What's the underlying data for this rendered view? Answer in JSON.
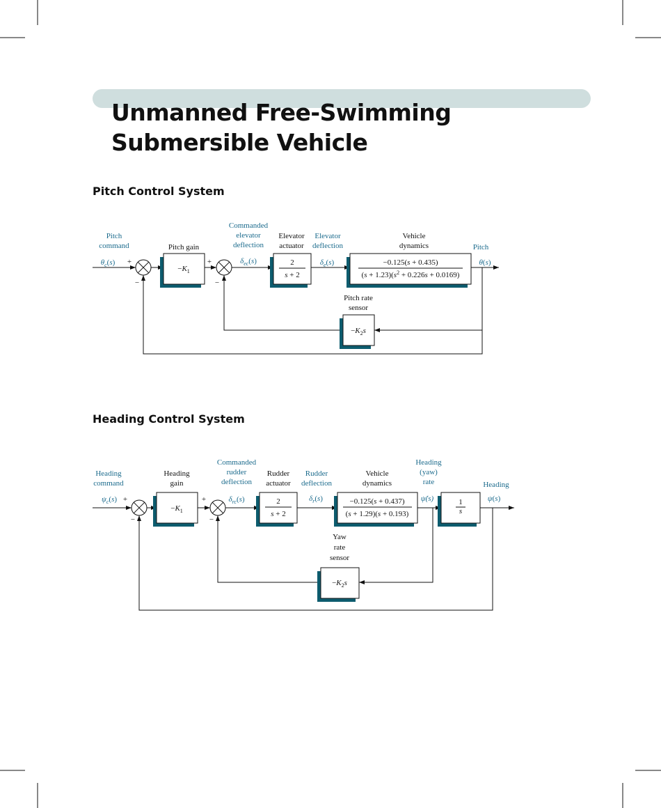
{
  "title": {
    "line1": "Unmanned Free-Swimming",
    "line2": "Submersible Vehicle"
  },
  "pitch": {
    "heading": "Pitch Control System",
    "labels": {
      "pitch_command": [
        "Pitch",
        "command"
      ],
      "pitch_gain": "Pitch gain",
      "commanded_elevator_deflection": [
        "Commanded",
        "elevator",
        "deflection"
      ],
      "elevator_actuator": [
        "Elevator",
        "actuator"
      ],
      "elevator_deflection": [
        "Elevator",
        "deflection"
      ],
      "vehicle_dynamics": [
        "Vehicle",
        "dynamics"
      ],
      "pitch": "Pitch",
      "pitch_rate_sensor": [
        "Pitch rate",
        "sensor"
      ]
    },
    "signals": {
      "input": "θc(s)",
      "commanded": "δec(s)",
      "deflection": "δe(s)",
      "output": "θ(s)"
    },
    "blocks": {
      "gain": "−K1",
      "actuator_num": "2",
      "actuator_den": "s + 2",
      "dynamics_num": "−0.125(s + 0.435)",
      "dynamics_den": "(s + 1.23)(s2 + 0.226s + 0.0169)",
      "sensor": "−K2s"
    },
    "signs": {
      "sum1_plus": "+",
      "sum1_minus": "−",
      "sum2_plus": "+",
      "sum2_minus": "−"
    }
  },
  "heading": {
    "heading": "Heading Control System",
    "labels": {
      "heading_command": [
        "Heading",
        "command"
      ],
      "heading_gain": [
        "Heading",
        "gain"
      ],
      "commanded_rudder_deflection": [
        "Commanded",
        "rudder",
        "deflection"
      ],
      "rudder_actuator": [
        "Rudder",
        "actuator"
      ],
      "rudder_deflection": [
        "Rudder",
        "deflection"
      ],
      "vehicle_dynamics": [
        "Vehicle",
        "dynamics"
      ],
      "heading_yaw_rate": [
        "Heading",
        "(yaw)",
        "rate"
      ],
      "heading_out": "Heading",
      "yaw_rate_sensor": [
        "Yaw",
        "rate",
        "sensor"
      ]
    },
    "signals": {
      "input": "ψc(s)",
      "commanded": "δrc(s)",
      "deflection": "δr(s)",
      "rate": "ψ̇(s)",
      "output": "ψ(s)"
    },
    "blocks": {
      "gain": "−K1",
      "actuator_num": "2",
      "actuator_den": "s + 2",
      "dynamics_num": "−0.125(s + 0.437)",
      "dynamics_den": "(s + 1.29)(s + 0.193)",
      "integrator_num": "1",
      "integrator_den": "s",
      "sensor": "−K2s"
    },
    "signs": {
      "sum1_plus": "+",
      "sum1_minus": "−",
      "sum2_plus": "+",
      "sum2_minus": "−"
    }
  },
  "colors": {
    "accent": "#1a6a8c",
    "block_shadow": "#0d5c6e",
    "title_band": "#cfdede"
  }
}
